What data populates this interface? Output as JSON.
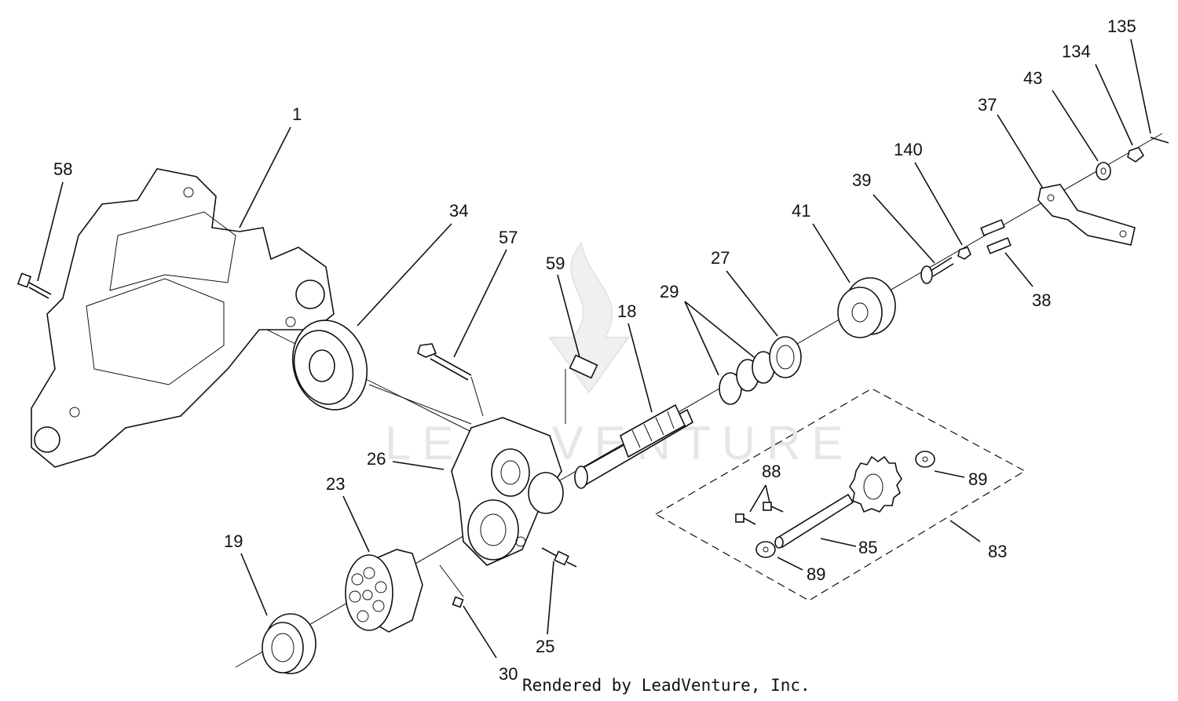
{
  "callouts": [
    {
      "id": "1",
      "text": "1"
    },
    {
      "id": "58",
      "text": "58"
    },
    {
      "id": "34",
      "text": "34"
    },
    {
      "id": "57",
      "text": "57"
    },
    {
      "id": "59",
      "text": "59"
    },
    {
      "id": "18",
      "text": "18"
    },
    {
      "id": "29",
      "text": "29"
    },
    {
      "id": "27",
      "text": "27"
    },
    {
      "id": "41",
      "text": "41"
    },
    {
      "id": "39",
      "text": "39"
    },
    {
      "id": "140",
      "text": "140"
    },
    {
      "id": "37",
      "text": "37"
    },
    {
      "id": "43",
      "text": "43"
    },
    {
      "id": "134",
      "text": "134"
    },
    {
      "id": "135",
      "text": "135"
    },
    {
      "id": "38",
      "text": "38"
    },
    {
      "id": "26",
      "text": "26"
    },
    {
      "id": "23",
      "text": "23"
    },
    {
      "id": "19",
      "text": "19"
    },
    {
      "id": "25",
      "text": "25"
    },
    {
      "id": "30",
      "text": "30"
    },
    {
      "id": "88",
      "text": "88"
    },
    {
      "id": "89a",
      "text": "89"
    },
    {
      "id": "89b",
      "text": "89"
    },
    {
      "id": "85",
      "text": "85"
    },
    {
      "id": "83",
      "text": "83"
    }
  ],
  "credit": "Rendered by LeadVenture, Inc.",
  "watermark": "LEADVENTURE"
}
